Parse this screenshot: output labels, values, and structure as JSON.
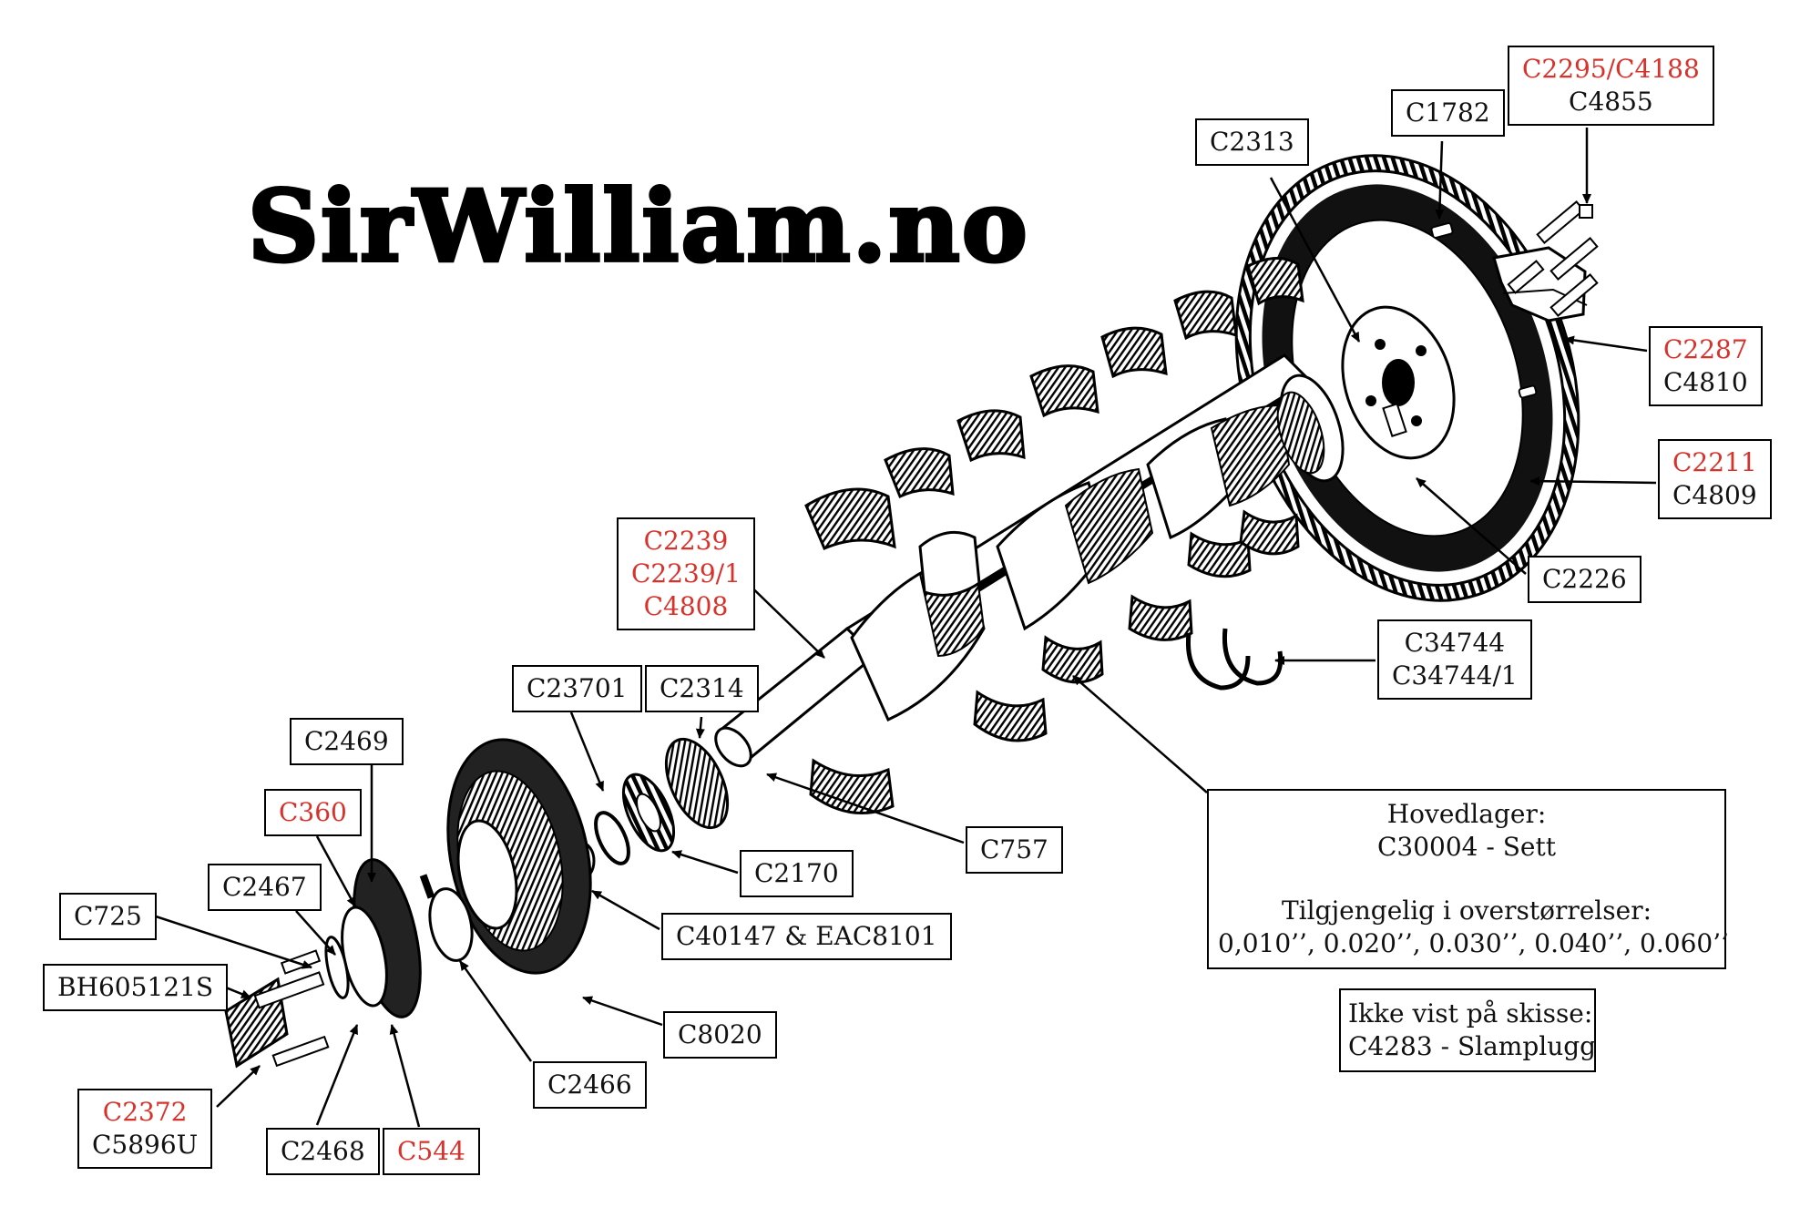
{
  "brand": "SirWilliam.no",
  "labels": {
    "c1782": [
      "C1782"
    ],
    "c2295": [
      "C2295/C4188"
    ],
    "c4855": [
      "C4855"
    ],
    "c2313": [
      "C2313"
    ],
    "c2287": [
      "C2287"
    ],
    "c4810": [
      "C4810"
    ],
    "c2211": [
      "C2211"
    ],
    "c4809": [
      "C4809"
    ],
    "c2226": [
      "C2226"
    ],
    "c2239": [
      "C2239",
      "C2239/1",
      "C4808"
    ],
    "c34744": [
      "C34744",
      "C34744/1"
    ],
    "c23701": [
      "C23701"
    ],
    "c2314": [
      "C2314"
    ],
    "c2469": [
      "C2469"
    ],
    "c360": [
      "C360"
    ],
    "c757": [
      "C757"
    ],
    "c2170": [
      "C2170"
    ],
    "c2467": [
      "C2467"
    ],
    "c725": [
      "C725"
    ],
    "c40147": [
      "C40147 & EAC8101"
    ],
    "bh605121s": [
      "BH605121S"
    ],
    "c8020": [
      "C8020"
    ],
    "c2466": [
      "C2466"
    ],
    "c2372": [
      "C2372"
    ],
    "c5896u": [
      "C5896U"
    ],
    "c2468": [
      "C2468"
    ],
    "c544": [
      "C544"
    ]
  },
  "notes": {
    "main_bearing_title": "Hovedlager:",
    "main_bearing_set": "C30004 - Sett",
    "oversize_title": "Tilgjengelig i overstørrelser:",
    "oversize_values": "0,010’’, 0.020’’, 0.030’’, 0.040’’, 0.060’’",
    "not_shown_title": "Ikke vist på skisse:",
    "not_shown_item": "C4283 - Slamplugg"
  },
  "colors": {
    "highlight": "#d8322b",
    "text": "#111111",
    "line": "#000000"
  }
}
